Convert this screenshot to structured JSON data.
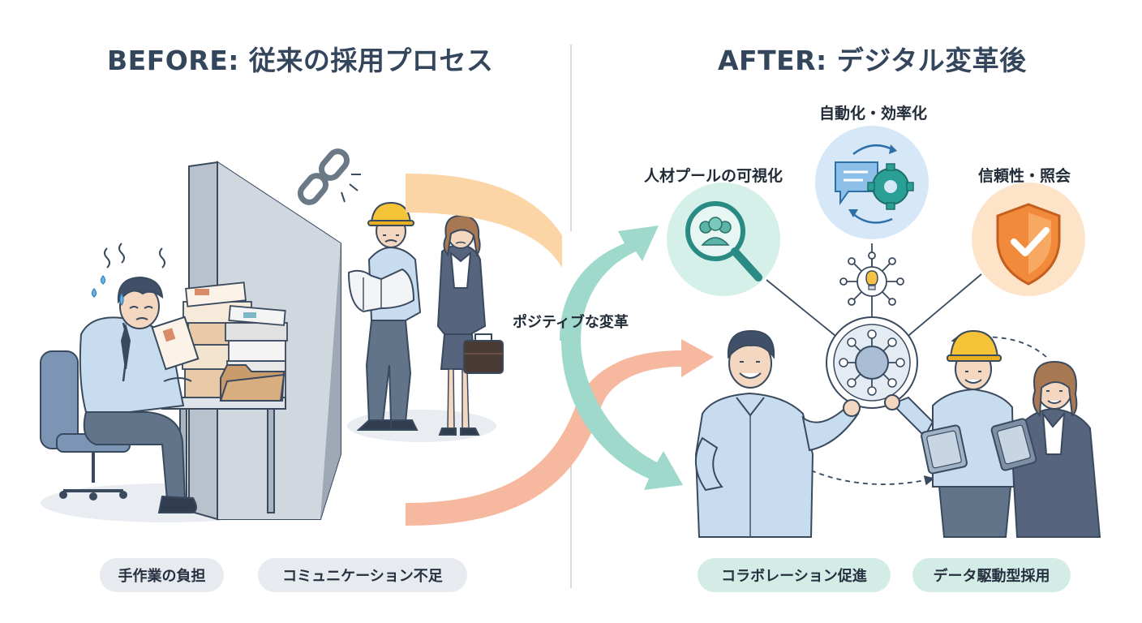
{
  "before": {
    "title": "BEFORE: 従来の採用プロセス",
    "tags": [
      "手作業の負担",
      "コミュニケーション不足"
    ]
  },
  "after": {
    "title": "AFTER: デジタル変革後",
    "features": [
      "人材プールの可視化",
      "自動化・効率化",
      "信頼性・照会"
    ],
    "tags": [
      "コラボレーション促進",
      "データ駆動型採用"
    ]
  },
  "transition": {
    "label": "ポジティブな変革"
  },
  "icons": [
    "broken-chain-icon",
    "search-people-icon",
    "chat-gear-icon",
    "shield-check-icon",
    "lightbulb-icon",
    "network-hub-icon",
    "folder-icon",
    "briefcase-icon",
    "tablet-icon",
    "hard-hat-icon"
  ],
  "colors": {
    "title": "#34465c",
    "peach": "#fbd3a0",
    "salmon": "#f6b49a",
    "mint": "#9ed9cb",
    "shield": "#f28a3c",
    "pill_grey": "#e7eaee",
    "pill_mint": "#d3ede6"
  }
}
